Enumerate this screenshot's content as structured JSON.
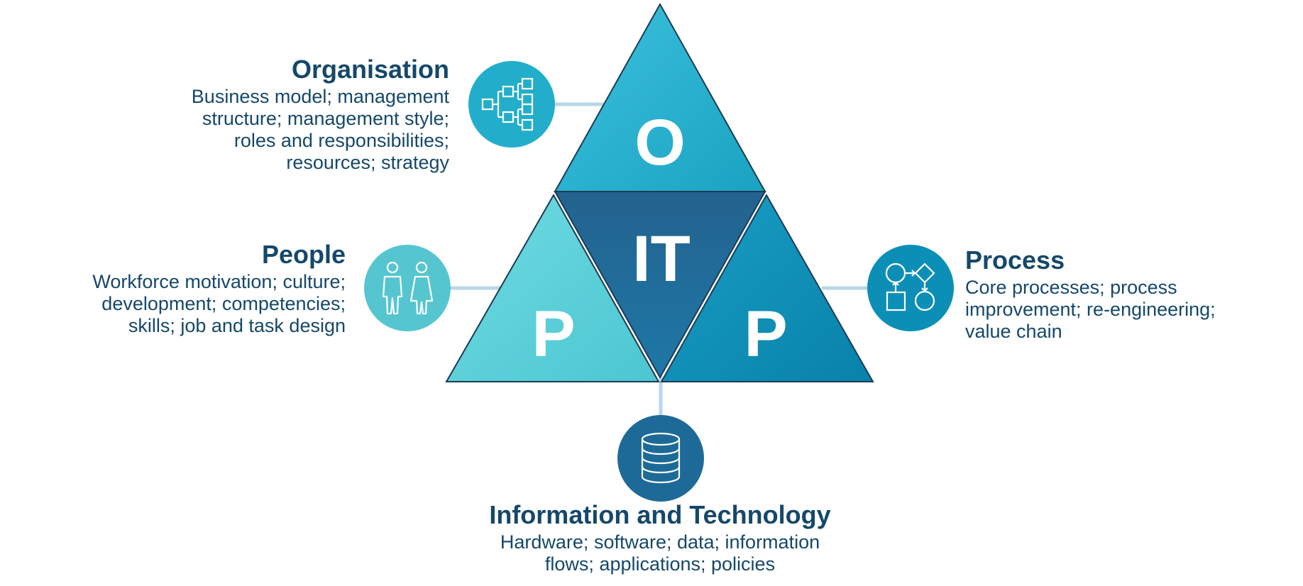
{
  "colors": {
    "text": "#15486a",
    "organisation": "#22aecb",
    "people": "#58cfd8",
    "process": "#0b8fb7",
    "it_center": "#1e6f9e",
    "it_circle": "#1d6a98",
    "connector": "#b9d6ea",
    "outline": "#1c3c55",
    "letters": "#ffffff"
  },
  "triangle_letters": {
    "organisation": "O",
    "it": "IT",
    "people": "P",
    "process": "P"
  },
  "icons": {
    "organisation": "org-chart-icon",
    "people": "people-icon",
    "process": "process-flow-icon",
    "it": "database-icon"
  },
  "organisation": {
    "title": "Organisation",
    "lines": [
      "Business model; management",
      "structure; management style;",
      "roles and responsibilities;",
      "resources; strategy"
    ]
  },
  "people": {
    "title": "People",
    "lines": [
      "Workforce motivation; culture;",
      "development; competencies;",
      "skills; job and task design"
    ]
  },
  "process": {
    "title": "Process",
    "lines": [
      "Core processes; process",
      "improvement; re-engineering;",
      "value chain"
    ]
  },
  "information_technology": {
    "title": "Information and Technology",
    "lines": [
      "Hardware; software; data; information",
      "flows; applications; policies"
    ]
  }
}
